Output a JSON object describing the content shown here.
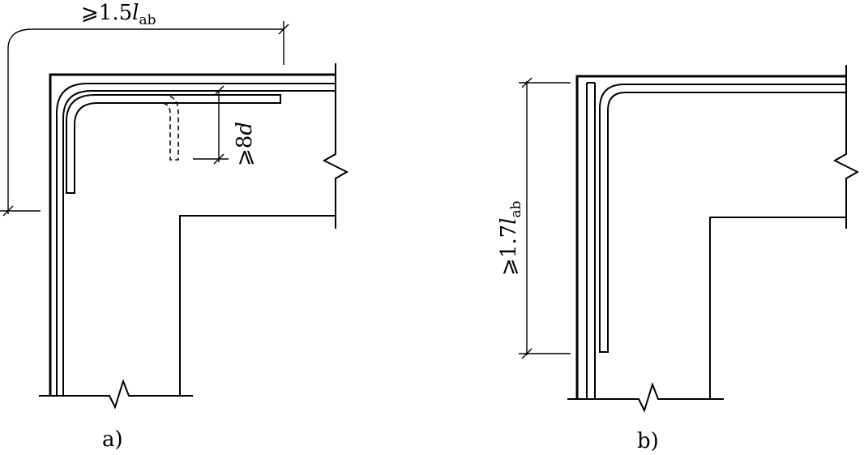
{
  "figure_a": {
    "caption": "a)",
    "dim_horizontal": {
      "prefix": "⩾1.5",
      "symbol": "l",
      "subscript": "ab"
    },
    "dim_vertical": {
      "prefix": "⩾8",
      "symbol": "d"
    }
  },
  "figure_b": {
    "caption": "b)",
    "dim_vertical": {
      "prefix": "⩾1.7",
      "symbol": "l",
      "subscript": "ab"
    }
  }
}
